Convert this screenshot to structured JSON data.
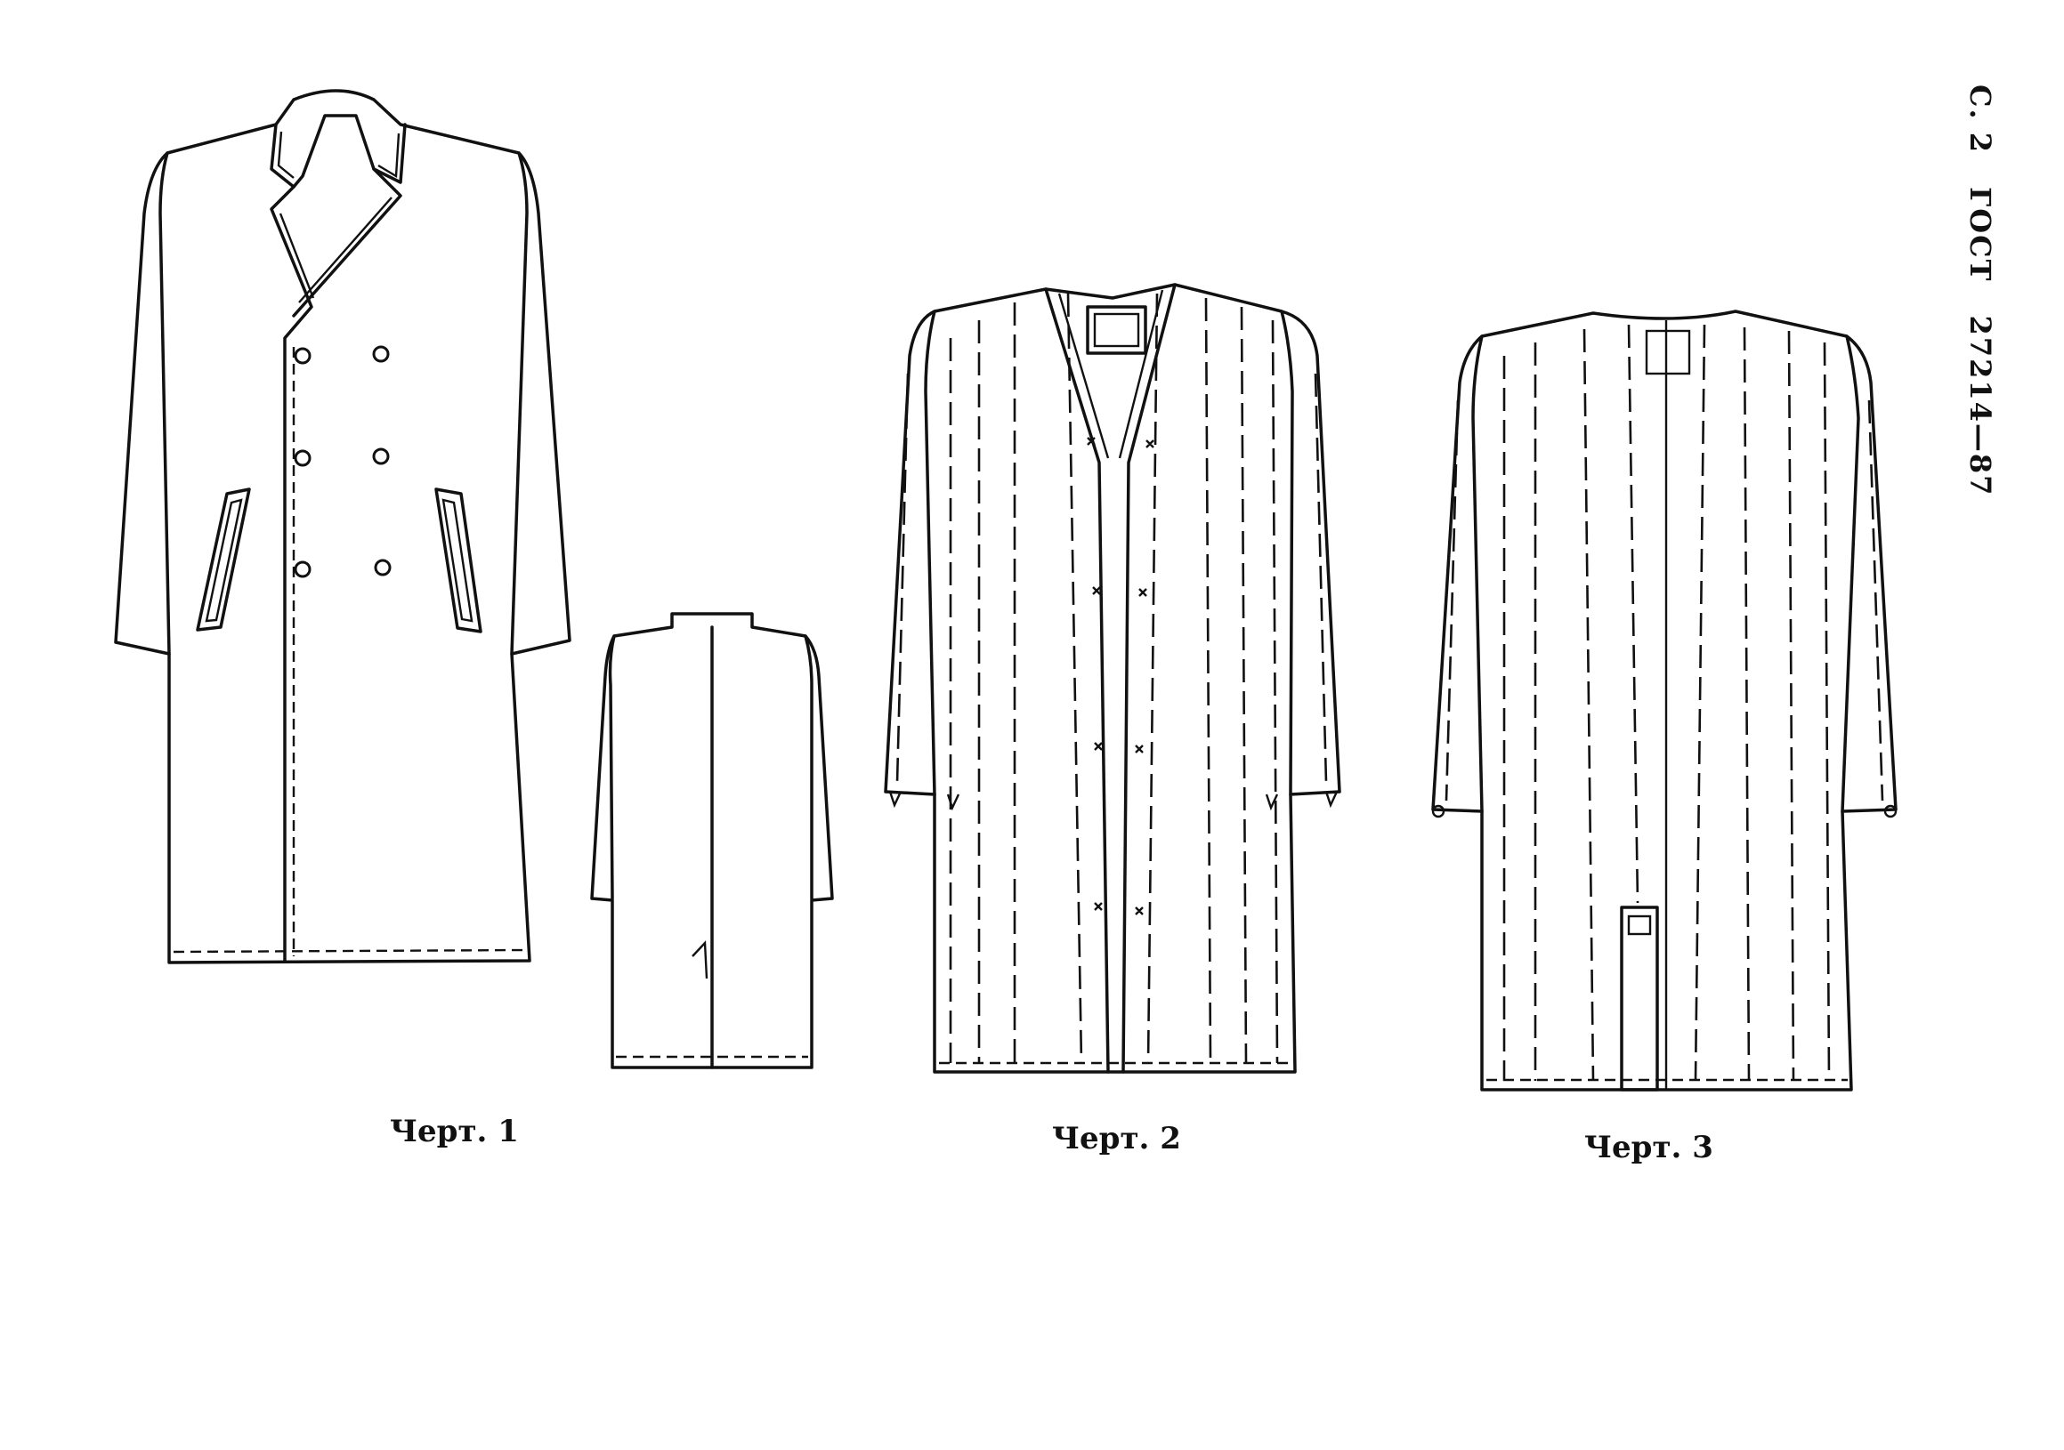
{
  "header": {
    "page_label": "С. 2",
    "standard": "ГОСТ",
    "number": "27214—87"
  },
  "figures": [
    {
      "caption": "Черт. 1"
    },
    {
      "caption": "Черт. 2"
    },
    {
      "caption": "Черт. 3"
    }
  ],
  "colors": {
    "ink": "#111111",
    "paper": "#ffffff"
  }
}
